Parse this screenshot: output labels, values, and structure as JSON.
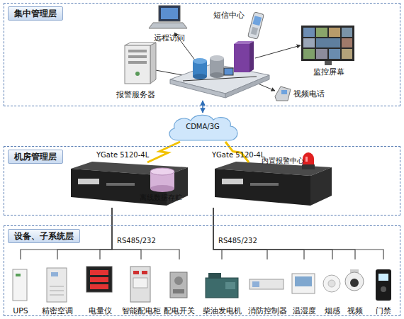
{
  "diagram": {
    "nodes": [
      {
        "text": [
          "集中管理层"
        ]
      },
      {
        "text": [
          "远程访问"
        ],
        "in": 0
      },
      {
        "text": [
          "短信中心"
        ],
        "in": 0
      },
      {
        "text": [
          "监控屏幕"
        ],
        "in": 0
      },
      {
        "text": [
          "报警服务器"
        ],
        "in": 0
      },
      {
        "text": [
          "视频电话"
        ],
        "in": 0
      },
      {
        "text": [
          "CDMA/3G"
        ]
      },
      {
        "text": [
          "机房管理层"
        ]
      },
      {
        "text": [
          "YGate 5120-4L"
        ],
        "in": 7
      },
      {
        "text": [
          "离线数据存贮"
        ],
        "in": 7
      },
      {
        "text": [
          "YGate 5120-4L"
        ],
        "in": 7
      },
      {
        "text": [
          "内置报警中心"
        ],
        "in": 7
      },
      {
        "text": [
          "设备、子系统层"
        ]
      },
      {
        "text": [
          "UPS"
        ],
        "in": 12
      },
      {
        "text": [
          "精密空调"
        ],
        "in": 12
      },
      {
        "text": [
          "电量仪"
        ],
        "in": 12
      },
      {
        "text": [
          "智能配电柜"
        ],
        "in": 12
      },
      {
        "text": [
          "配电开关"
        ],
        "in": 12
      },
      {
        "text": [
          "柴油发电机"
        ],
        "in": 12
      },
      {
        "text": [
          "消防控制器"
        ],
        "in": 12
      },
      {
        "text": [
          "温湿度"
        ],
        "in": 12
      },
      {
        "text": [
          "烟感"
        ],
        "in": 12
      },
      {
        "text": [
          "视频"
        ],
        "in": 12
      },
      {
        "text": [
          "门禁"
        ],
        "in": 12
      }
    ],
    "edges": [
      {
        "from": 8,
        "to": 6,
        "arrow": "none"
      },
      {
        "from": 10,
        "to": 6,
        "arrow": "none"
      },
      {
        "from": 8,
        "to": 13,
        "arrow": "none"
      },
      {
        "from": 8,
        "to": 14,
        "arrow": "none"
      },
      {
        "from": 8,
        "to": 15,
        "arrow": "none"
      },
      {
        "from": 8,
        "to": 16,
        "arrow": "none"
      },
      {
        "from": 8,
        "to": 17,
        "arrow": "none"
      },
      {
        "from": 10,
        "to": 18,
        "arrow": "none"
      },
      {
        "from": 10,
        "to": 19,
        "arrow": "none"
      },
      {
        "from": 10,
        "to": 20,
        "arrow": "none"
      },
      {
        "from": 10,
        "to": 21,
        "arrow": "none"
      },
      {
        "from": 10,
        "to": 22,
        "arrow": "none"
      },
      {
        "from": 10,
        "to": 23,
        "arrow": "none"
      }
    ],
    "labels": [
      "RS485/232",
      "RS485/232"
    ]
  }
}
